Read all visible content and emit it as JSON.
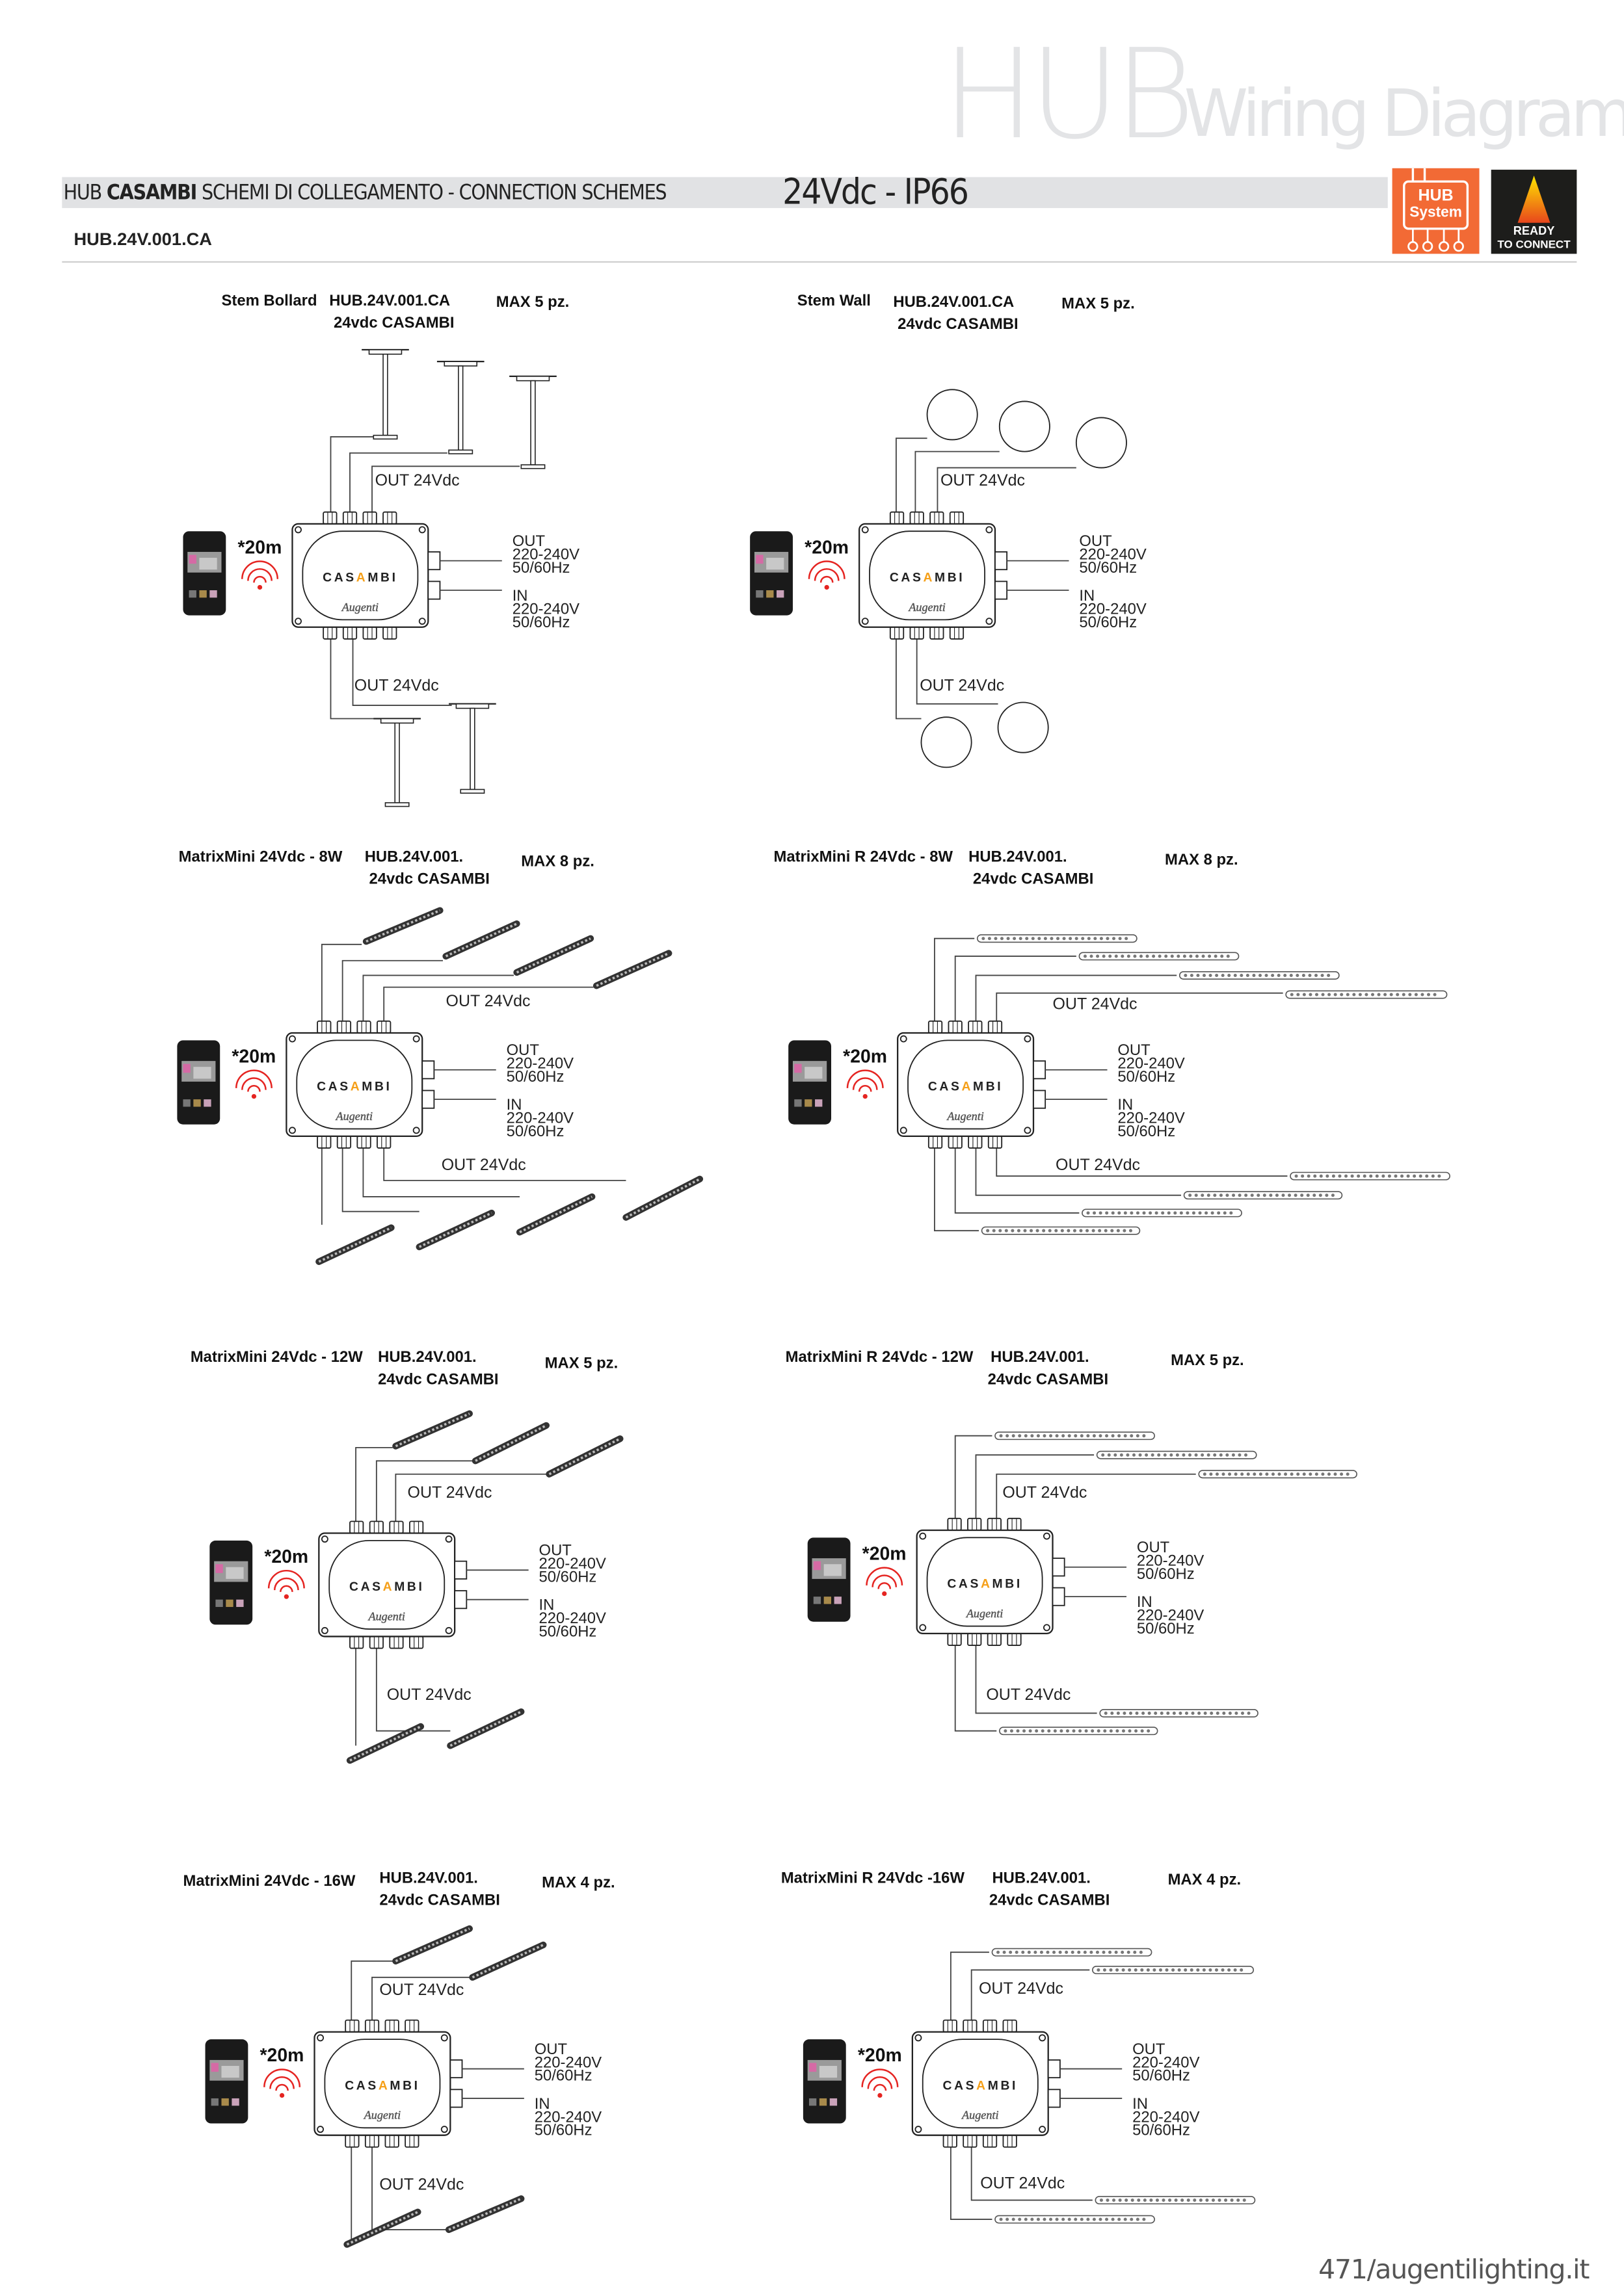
{
  "header": {
    "hub_title": "HUB",
    "hub_subtitle": "Wiring Diagrams",
    "bar_prefix": "HUB",
    "bar_brand": "CASAMBI",
    "bar_text": "SCHEMI DI COLLEGAMENTO - CONNECTION SCHEMES",
    "bar_spec": "24Vdc - IP66",
    "product_code": "HUB.24V.001.CA",
    "logo_hub": "HUB System",
    "logo_ready": "READY TO CONNECT"
  },
  "common": {
    "range": "*20m",
    "controller_logo": "CASAMBI",
    "maker_logo": "Augenti",
    "out_24": "OUT 24Vdc",
    "out": "OUT",
    "in": "IN",
    "voltage": "220-240V",
    "frequency": "50/60Hz"
  },
  "colors": {
    "hub_orange": "#f26a35",
    "casambi_accent": "#f5a01a",
    "wifi_red": "#e52421",
    "bar_grey": "#e1e2e4"
  },
  "panels": [
    {
      "product": "Stem Bollard",
      "code": "HUB.24V.001.CA",
      "sub": "24vdc CASAMBI",
      "max": "MAX 5 pz.",
      "fixture": "bollard",
      "top_count": 3,
      "bottom_count": 2
    },
    {
      "product": "Stem Wall",
      "code": "HUB.24V.001.CA",
      "sub": "24vdc CASAMBI",
      "max": "MAX 5 pz.",
      "fixture": "wall-round",
      "top_count": 3,
      "bottom_count": 2
    },
    {
      "product": "MatrixMini 24Vdc - 8W",
      "code": "HUB.24V.001.",
      "sub": "24vdc CASAMBI",
      "max": "MAX 8 pz.",
      "fixture": "linear-bar",
      "top_count": 4,
      "bottom_count": 4
    },
    {
      "product": "MatrixMini R 24Vdc - 8W",
      "code": "HUB.24V.001.",
      "sub": "24vdc CASAMBI",
      "max": "MAX 8 pz.",
      "fixture": "linear-bar-r",
      "top_count": 4,
      "bottom_count": 4
    },
    {
      "product": "MatrixMini 24Vdc - 12W",
      "code": "HUB.24V.001.",
      "sub": "24vdc  CASAMBI",
      "max": "MAX 5 pz.",
      "fixture": "linear-bar",
      "top_count": 3,
      "bottom_count": 2
    },
    {
      "product": "MatrixMini R 24Vdc - 12W",
      "code": "HUB.24V.001.",
      "sub": "24vdc  CASAMBI",
      "max": "MAX 5 pz.",
      "fixture": "linear-bar-r",
      "top_count": 3,
      "bottom_count": 2
    },
    {
      "product": "MatrixMini 24Vdc - 16W",
      "code": "HUB.24V.001.",
      "sub": "24vdc  CASAMBI",
      "max": "MAX 4 pz.",
      "fixture": "linear-bar",
      "top_count": 2,
      "bottom_count": 2
    },
    {
      "product": "MatrixMini R 24Vdc -16W",
      "code": "HUB.24V.001.",
      "sub": "24vdc  CASAMBI",
      "max": "MAX 4 pz.",
      "fixture": "linear-bar-r",
      "top_count": 2,
      "bottom_count": 2
    }
  ],
  "footer": {
    "page": "471/augentilighting.it"
  }
}
